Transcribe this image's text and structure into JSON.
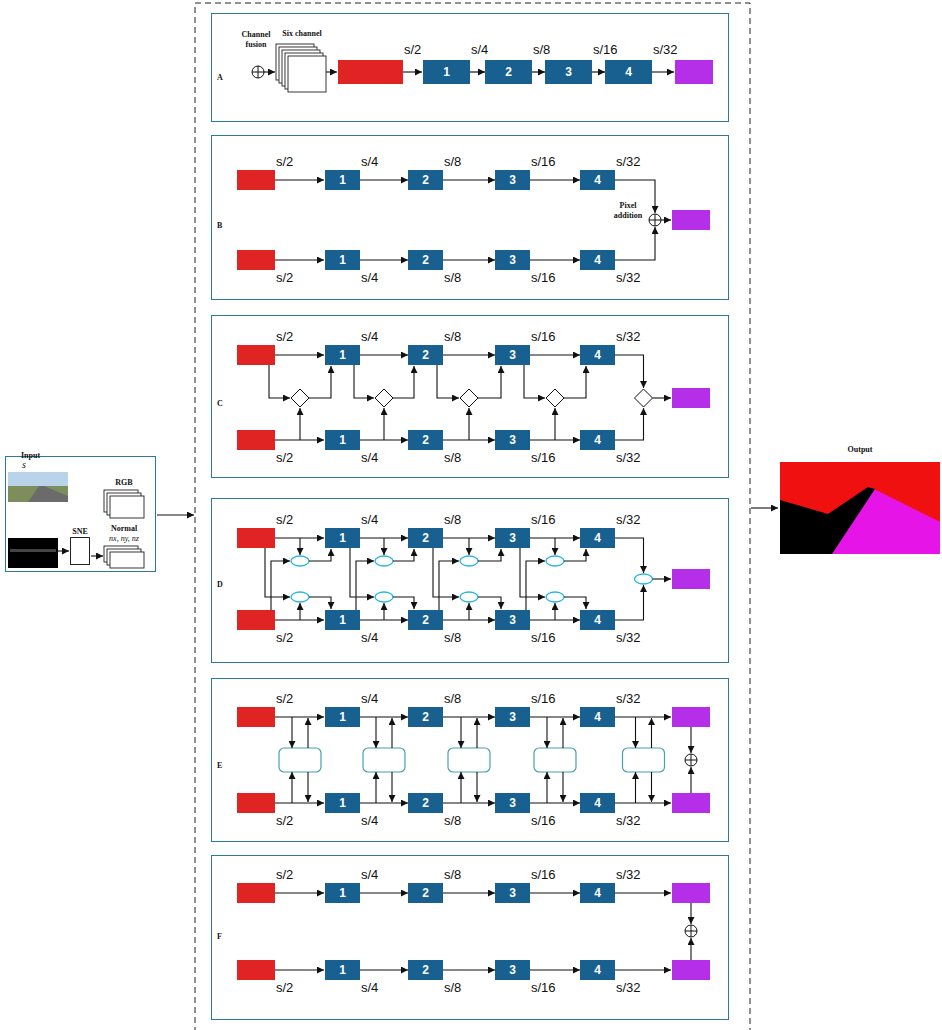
{
  "diagram": {
    "nodes": [
      {
        "text": [
          "Input"
        ]
      },
      {
        "text": [
          "SNE"
        ],
        "in": 0
      },
      {
        "text": [
          "A"
        ]
      },
      {
        "text": [
          "1"
        ],
        "in": 2
      },
      {
        "text": [
          "2"
        ],
        "in": 2
      },
      {
        "text": [
          "3"
        ],
        "in": 2
      },
      {
        "text": [
          "4"
        ],
        "in": 2
      },
      {
        "text": [
          "B"
        ]
      },
      {
        "text": [
          "1"
        ],
        "in": 7
      },
      {
        "text": [
          "2"
        ],
        "in": 7
      },
      {
        "text": [
          "3"
        ],
        "in": 7
      },
      {
        "text": [
          "4"
        ],
        "in": 7
      },
      {
        "text": [
          "1"
        ],
        "in": 7
      },
      {
        "text": [
          "2"
        ],
        "in": 7
      },
      {
        "text": [
          "3"
        ],
        "in": 7
      },
      {
        "text": [
          "4"
        ],
        "in": 7
      },
      {
        "text": [
          "C"
        ]
      },
      {
        "text": [
          "1"
        ],
        "in": 16
      },
      {
        "text": [
          "2"
        ],
        "in": 16
      },
      {
        "text": [
          "3"
        ],
        "in": 16
      },
      {
        "text": [
          "4"
        ],
        "in": 16
      },
      {
        "text": [
          "1"
        ],
        "in": 16
      },
      {
        "text": [
          "2"
        ],
        "in": 16
      },
      {
        "text": [
          "3"
        ],
        "in": 16
      },
      {
        "text": [
          "4"
        ],
        "in": 16
      },
      {
        "text": [
          "D"
        ]
      },
      {
        "text": [
          "1"
        ],
        "in": 25
      },
      {
        "text": [
          "2"
        ],
        "in": 25
      },
      {
        "text": [
          "3"
        ],
        "in": 25
      },
      {
        "text": [
          "4"
        ],
        "in": 25
      },
      {
        "text": [
          "1"
        ],
        "in": 25
      },
      {
        "text": [
          "2"
        ],
        "in": 25
      },
      {
        "text": [
          "3"
        ],
        "in": 25
      },
      {
        "text": [
          "4"
        ],
        "in": 25
      },
      {
        "text": [
          "E"
        ]
      },
      {
        "text": [
          "1"
        ],
        "in": 34
      },
      {
        "text": [
          "2"
        ],
        "in": 34
      },
      {
        "text": [
          "3"
        ],
        "in": 34
      },
      {
        "text": [
          "4"
        ],
        "in": 34
      },
      {
        "text": [
          "1"
        ],
        "in": 34
      },
      {
        "text": [
          "2"
        ],
        "in": 34
      },
      {
        "text": [
          "3"
        ],
        "in": 34
      },
      {
        "text": [
          "4"
        ],
        "in": 34
      },
      {
        "text": [
          "F"
        ]
      },
      {
        "text": [
          "1"
        ],
        "in": 43
      },
      {
        "text": [
          "2"
        ],
        "in": 43
      },
      {
        "text": [
          "3"
        ],
        "in": 43
      },
      {
        "text": [
          "4"
        ],
        "in": 43
      },
      {
        "text": [
          "1"
        ],
        "in": 43
      },
      {
        "text": [
          "2"
        ],
        "in": 43
      },
      {
        "text": [
          "3"
        ],
        "in": 43
      },
      {
        "text": [
          "4"
        ],
        "in": 43
      }
    ],
    "edges": [
      {
        "from": 3,
        "to": 4,
        "arrow": "to"
      },
      {
        "from": 4,
        "to": 5,
        "arrow": "to"
      },
      {
        "from": 5,
        "to": 6,
        "arrow": "to"
      },
      {
        "from": 8,
        "to": 9,
        "arrow": "to"
      },
      {
        "from": 9,
        "to": 10,
        "arrow": "to"
      },
      {
        "from": 10,
        "to": 11,
        "arrow": "to"
      },
      {
        "from": 12,
        "to": 13,
        "arrow": "to"
      },
      {
        "from": 13,
        "to": 14,
        "arrow": "to"
      },
      {
        "from": 14,
        "to": 15,
        "arrow": "to"
      },
      {
        "from": 17,
        "to": 18,
        "arrow": "to"
      },
      {
        "from": 18,
        "to": 19,
        "arrow": "to"
      },
      {
        "from": 19,
        "to": 20,
        "arrow": "to"
      },
      {
        "from": 21,
        "to": 22,
        "arrow": "to"
      },
      {
        "from": 22,
        "to": 23,
        "arrow": "to"
      },
      {
        "from": 23,
        "to": 24,
        "arrow": "to"
      },
      {
        "from": 26,
        "to": 27,
        "arrow": "to"
      },
      {
        "from": 27,
        "to": 28,
        "arrow": "to"
      },
      {
        "from": 28,
        "to": 29,
        "arrow": "to"
      },
      {
        "from": 30,
        "to": 31,
        "arrow": "to"
      },
      {
        "from": 31,
        "to": 32,
        "arrow": "to"
      },
      {
        "from": 32,
        "to": 33,
        "arrow": "to"
      },
      {
        "from": 35,
        "to": 36,
        "arrow": "to"
      },
      {
        "from": 36,
        "to": 37,
        "arrow": "to"
      },
      {
        "from": 37,
        "to": 38,
        "arrow": "to"
      },
      {
        "from": 39,
        "to": 40,
        "arrow": "to"
      },
      {
        "from": 40,
        "to": 41,
        "arrow": "to"
      },
      {
        "from": 41,
        "to": 42,
        "arrow": "to"
      },
      {
        "from": 44,
        "to": 45,
        "arrow": "to"
      },
      {
        "from": 45,
        "to": 46,
        "arrow": "to"
      },
      {
        "from": 46,
        "to": 47,
        "arrow": "to"
      },
      {
        "from": 48,
        "to": 49,
        "arrow": "to"
      },
      {
        "from": 49,
        "to": 50,
        "arrow": "to"
      },
      {
        "from": 50,
        "to": 51,
        "arrow": "to"
      }
    ],
    "labels": [
      "s",
      "RGB",
      "Normal",
      "nx, ny, nz",
      "Channel fusion",
      "Six channel",
      "s/2",
      "s/4",
      "s/8",
      "s/16",
      "s/32",
      "s/2",
      "s/4",
      "s/8",
      "s/16",
      "s/32",
      "Pixel addition",
      "s/2",
      "s/4",
      "s/8",
      "s/16",
      "s/32",
      "s/2",
      "s/4",
      "s/8",
      "s/16",
      "s/32",
      "s/2",
      "s/4",
      "s/8",
      "s/16",
      "s/32",
      "s/2",
      "s/4",
      "s/8",
      "s/16",
      "s/32",
      "s/2",
      "s/4",
      "s/8",
      "s/16",
      "s/32",
      "s/2",
      "s/4",
      "s/8",
      "s/16",
      "s/32",
      "s/2",
      "s/4",
      "s/8",
      "s/16",
      "s/32",
      "s/2",
      "s/4",
      "s/8",
      "s/16",
      "s/32",
      "s/2",
      "s/4",
      "s/8",
      "s/16",
      "s/32",
      "Output"
    ]
  }
}
